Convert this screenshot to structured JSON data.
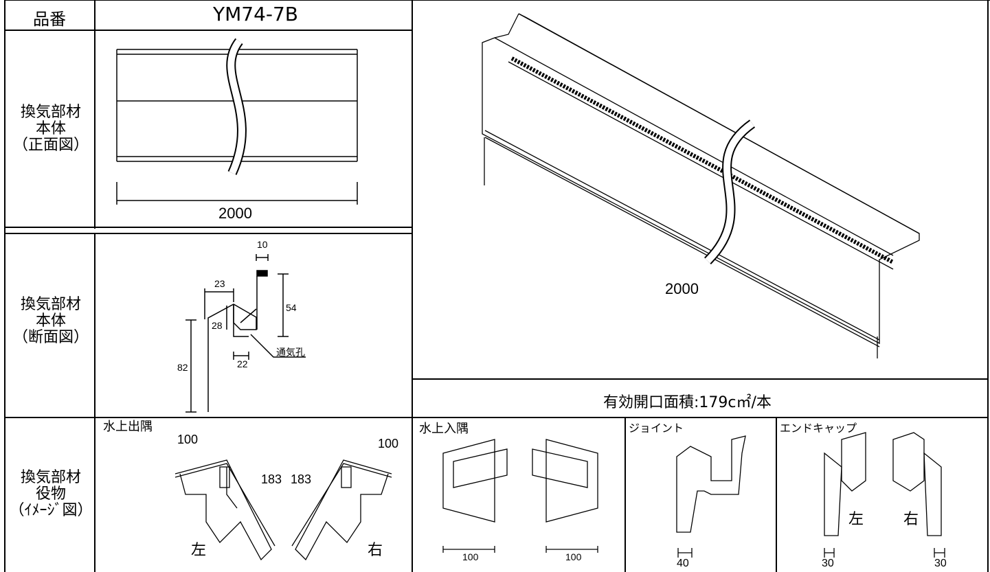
{
  "header": {
    "part_no_label": "品番",
    "part_no_value": "YM74-7B"
  },
  "front_view": {
    "label_lines": [
      "換気部材",
      "本体",
      "（正面図）"
    ],
    "length": "2000"
  },
  "section_view": {
    "label_lines": [
      "換気部材",
      "本体",
      "（断面図）"
    ],
    "dims": {
      "top_width": "10",
      "flange": "23",
      "height_upper": "54",
      "inner_height": "28",
      "bottom_width": "22",
      "total_height": "82"
    },
    "vent_label": "通気孔"
  },
  "perspective": {
    "length": "2000",
    "opening_area": "有効開口面積:179c㎡/本"
  },
  "accessories": {
    "label_lines": [
      "換気部材",
      "役物",
      "（ｲﾒｰｼﾞ図）"
    ],
    "outer_corner": {
      "title": "水上出隅",
      "dim_a": "100",
      "dim_b": "183",
      "left": "左",
      "right": "右"
    },
    "inner_corner": {
      "title": "水上入隅",
      "dim": "100"
    },
    "joint": {
      "title": "ジョイント",
      "dim": "40"
    },
    "end_cap": {
      "title": "エンドキャップ",
      "dim": "30",
      "left": "左",
      "right": "右"
    }
  }
}
